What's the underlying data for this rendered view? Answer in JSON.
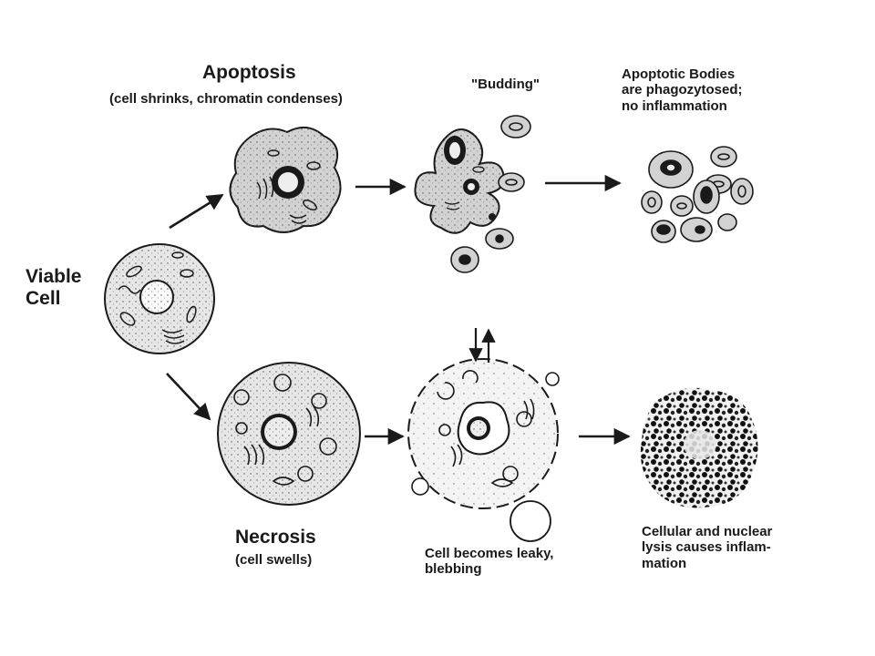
{
  "labels": {
    "viable_line1": "Viable",
    "viable_line2": "Cell",
    "apoptosis_title": "Apoptosis",
    "apoptosis_sub": "(cell shrinks, chromatin condenses)",
    "budding": "\"Budding\"",
    "bodies_line1": "Apoptotic Bodies",
    "bodies_line2": "are phagozytosed;",
    "bodies_line3": "no inflammation",
    "necrosis_title": "Necrosis",
    "necrosis_sub": "(cell swells)",
    "leaky_line1": "Cell becomes leaky,",
    "leaky_line2": "blebbing",
    "lysis_line1": "Cellular and nuclear",
    "lysis_line2": "lysis causes inflam-",
    "lysis_line3": "mation"
  },
  "colors": {
    "ink": "#1a1a1a",
    "cell_fill": "#e6e6e6",
    "shrunk_fill": "#d2d2d2",
    "leaky_fill": "#f4f4f4"
  }
}
